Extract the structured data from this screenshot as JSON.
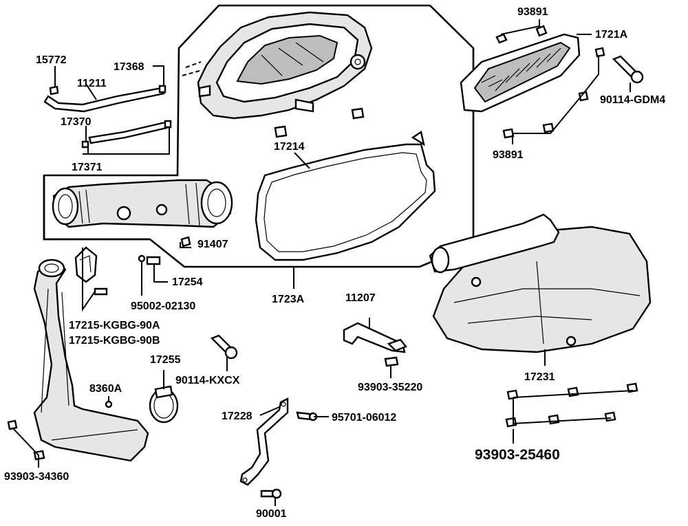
{
  "diagram": {
    "labels": {
      "p15772": "15772",
      "p11211": "11211",
      "p17368": "17368",
      "p17370": "17370",
      "p17371": "17371",
      "p17214": "17214",
      "p93891_top": "93891",
      "p1721A": "1721A",
      "p90114_GDM4": "90114-GDM4",
      "p93891_bot": "93891",
      "p91407": "91407",
      "p17254": "17254",
      "p95002": "95002-02130",
      "p1723A": "1723A",
      "p17215a": "17215-KGBG-90A",
      "p17215b": "17215-KGBG-90B",
      "p11207": "11207",
      "p17231": "17231",
      "p90114_KXCX": "90114-KXCX",
      "p17255": "17255",
      "p93903_35220": "93903-35220",
      "p8360A": "8360A",
      "p17228": "17228",
      "p95701": "95701-06012",
      "p93903_25460": "93903-25460",
      "p93903_34360": "93903-34360",
      "p90001": "90001"
    }
  }
}
